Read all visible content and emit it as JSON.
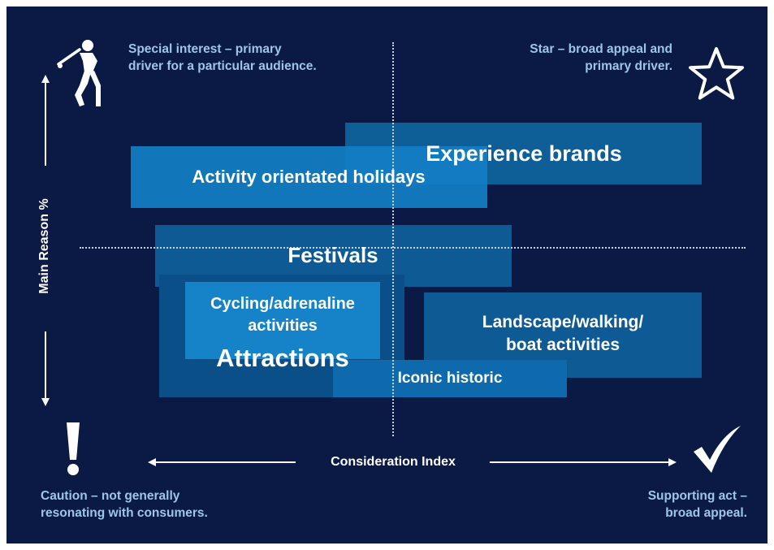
{
  "quadrants": {
    "top_left": "Special interest – primary driver for a particular audience.",
    "top_left_line1": "Special interest – primary",
    "top_left_line2": "driver for a particular audience.",
    "top_right_line1": "Star – broad appeal and",
    "top_right_line2": "primary driver.",
    "bottom_left_line1": "Caution – not generally",
    "bottom_left_line2": "resonating with consumers.",
    "bottom_right_line1": "Supporting act –",
    "bottom_right_line2": "broad appeal."
  },
  "axes": {
    "y_label": "Main Reason %",
    "x_label": "Consideration Index"
  },
  "items": {
    "experience_brands": "Experience brands",
    "activity_holidays": "Activity orientated holidays",
    "festivals": "Festivals",
    "cycling_line1": "Cycling/adrenaline",
    "cycling_line2": "activities",
    "attractions": "Attractions",
    "landscape_line1": "Landscape/walking/",
    "landscape_line2": "boat activities",
    "iconic_historic": "Iconic historic"
  },
  "icons": {
    "top_left": "golfer-icon",
    "top_right": "star-icon",
    "bottom_left": "exclamation-icon",
    "bottom_right": "checkmark-icon"
  },
  "colors": {
    "background": "#0b1a45",
    "quadrant_text": "#9dc6ea",
    "box_text": "#ffffff"
  }
}
